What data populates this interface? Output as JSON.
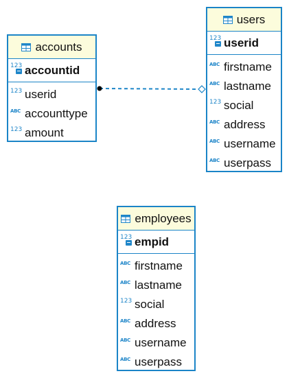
{
  "entities": {
    "accounts": {
      "name": "accounts",
      "pk": {
        "name": "accountid",
        "icon": "numeric-key-icon"
      },
      "columns": [
        {
          "name": "userid",
          "type": "123"
        },
        {
          "name": "accounttype",
          "type": "ABC"
        },
        {
          "name": "amount",
          "type": "123"
        }
      ]
    },
    "users": {
      "name": "users",
      "pk": {
        "name": "userid",
        "icon": "numeric-key-icon"
      },
      "columns": [
        {
          "name": "firstname",
          "type": "ABC"
        },
        {
          "name": "lastname",
          "type": "ABC"
        },
        {
          "name": "social",
          "type": "123"
        },
        {
          "name": "address",
          "type": "ABC"
        },
        {
          "name": "username",
          "type": "ABC"
        },
        {
          "name": "userpass",
          "type": "ABC"
        }
      ]
    },
    "employees": {
      "name": "employees",
      "pk": {
        "name": "empid",
        "icon": "numeric-key-icon"
      },
      "columns": [
        {
          "name": "firstname",
          "type": "ABC"
        },
        {
          "name": "lastname",
          "type": "ABC"
        },
        {
          "name": "social",
          "type": "123"
        },
        {
          "name": "address",
          "type": "ABC"
        },
        {
          "name": "username",
          "type": "ABC"
        },
        {
          "name": "userpass",
          "type": "ABC"
        }
      ]
    }
  },
  "relationships": [
    {
      "from": "accounts",
      "to": "users",
      "style": "dashed",
      "from_end": "filled-dot",
      "to_end": "hollow-diamond"
    }
  ],
  "colors": {
    "border": "#1a84c7",
    "header_bg": "#fcfcdc",
    "icon": "#1f86c9",
    "line": "#1a84c7"
  }
}
